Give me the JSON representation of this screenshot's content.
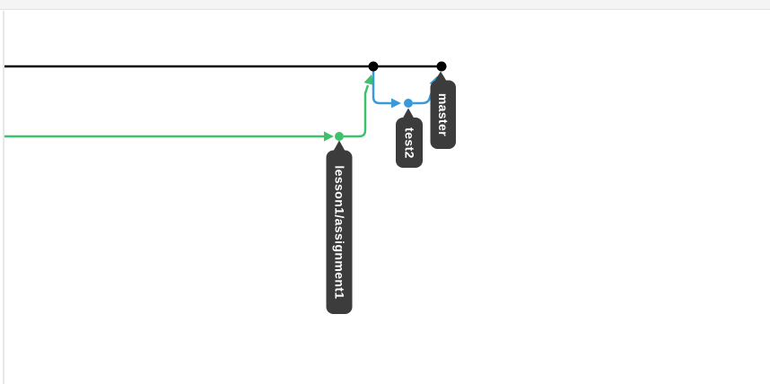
{
  "graph": {
    "branches": [
      {
        "label": "master",
        "color": "#000000",
        "commit_count": 2
      },
      {
        "label": "test2",
        "color": "#3a99d8",
        "commit_count": 1
      },
      {
        "label": "lesson1/assignment1",
        "color": "#3fc16c",
        "commit_count": 1
      }
    ],
    "edges": [
      {
        "from": "lesson1/assignment1",
        "to": "master",
        "color": "#3fc16c"
      },
      {
        "from": "master",
        "to": "test2",
        "color": "#3a99d8"
      },
      {
        "from": "test2",
        "to": "master",
        "color": "#3a99d8"
      }
    ],
    "label_style": {
      "bg": "#3c3c3c",
      "text_color": "#ffffff"
    }
  },
  "chrome": {
    "top_bar_bg": "#f4f4f5",
    "top_bar_border": "#e2e2e3",
    "left_divider": "#e8e8e8"
  }
}
